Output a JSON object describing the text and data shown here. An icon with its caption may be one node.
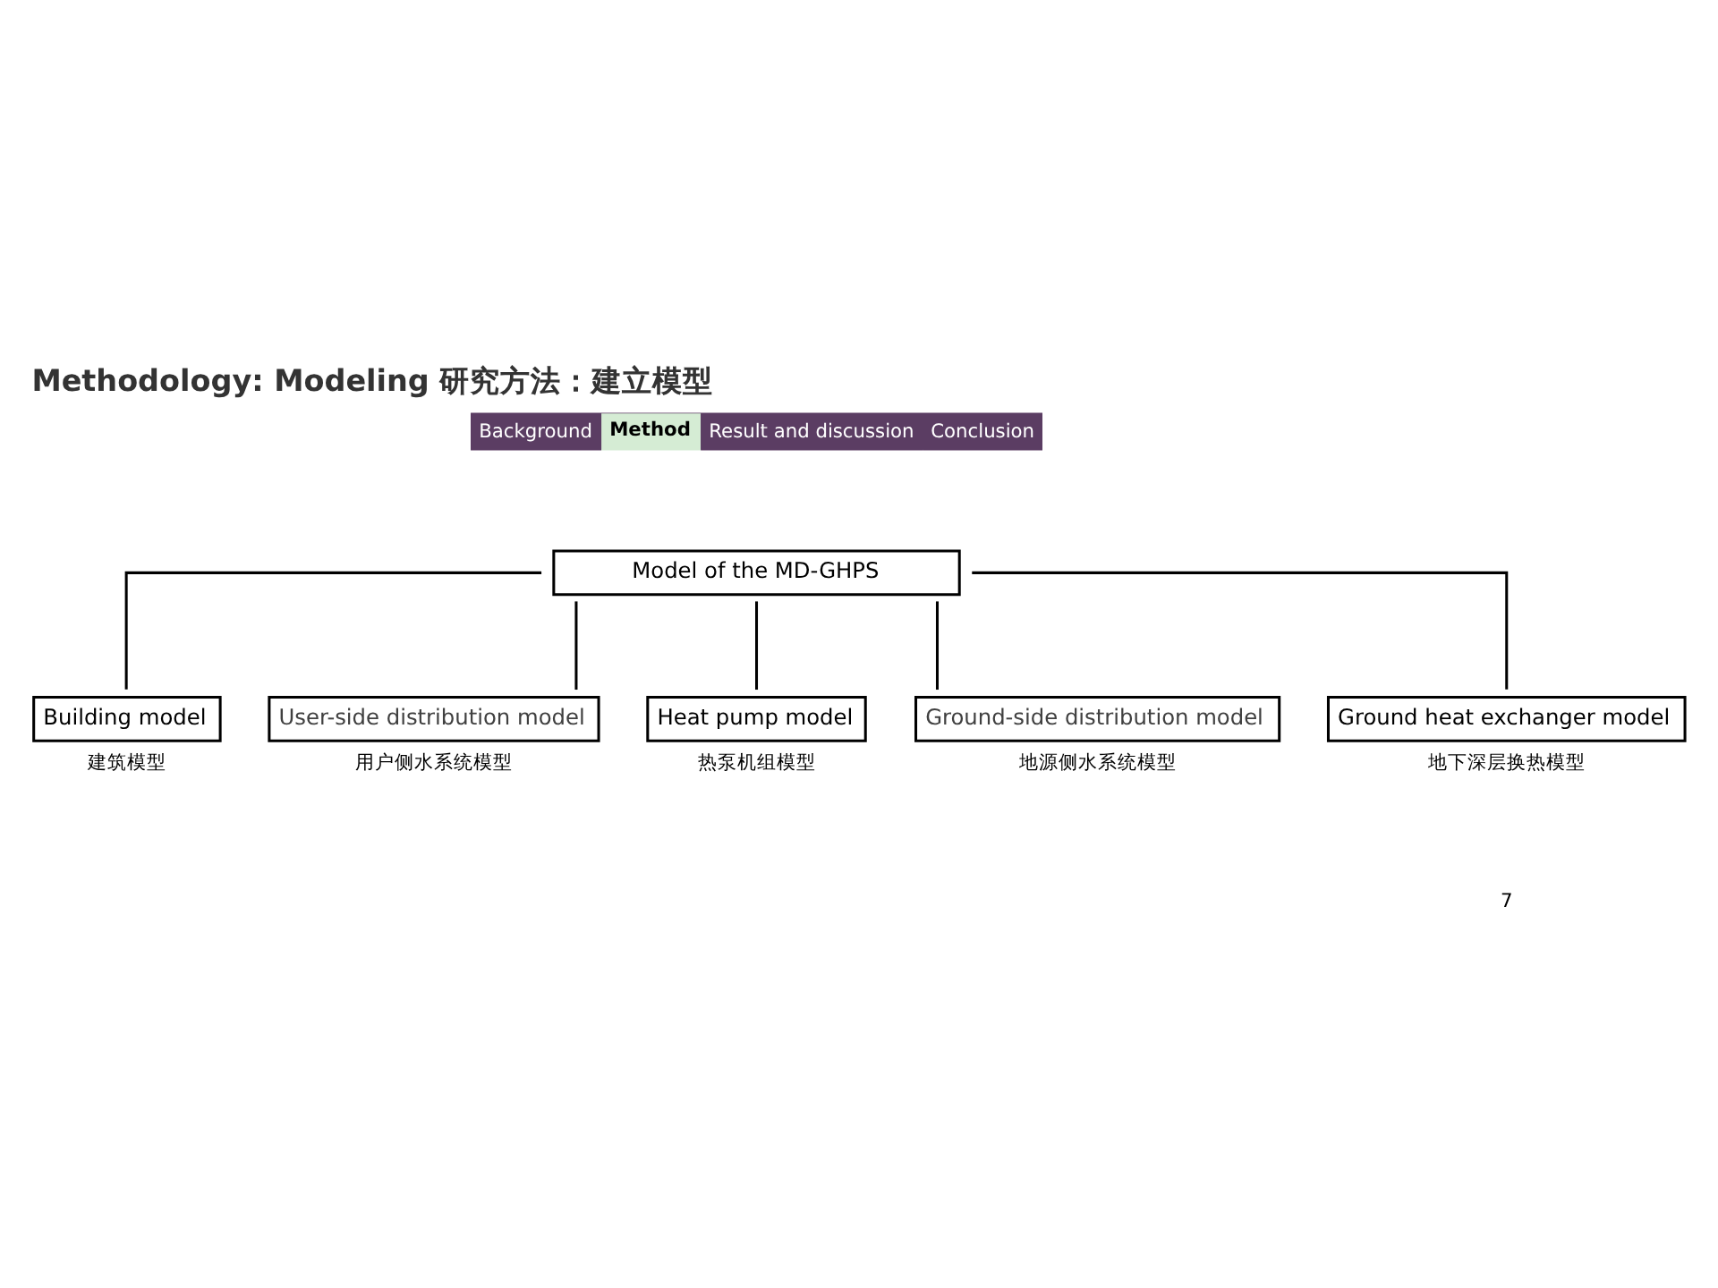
{
  "diagram": {
    "title": "Methodology: Modeling 研究方法：建立模型",
    "nodes": [
      {
        "text": [
          "Model of the MD-GHPS"
        ]
      },
      {
        "text": [
          "Building model"
        ],
        "beside": [
          "建筑模型"
        ]
      },
      {
        "text": [
          "User-side distribution model"
        ],
        "beside": [
          "用户侧水系统模型"
        ]
      },
      {
        "text": [
          "Heat pump model"
        ],
        "beside": [
          "热泵机组模型"
        ]
      },
      {
        "text": [
          "Ground-side distribution model"
        ],
        "beside": [
          "地源侧水系统模型"
        ]
      },
      {
        "text": [
          "Ground heat exchanger model"
        ],
        "beside": [
          "地下深层换热模型"
        ]
      }
    ],
    "edges": [
      {
        "from": 0,
        "to": 1,
        "arrow": "none"
      },
      {
        "from": 0,
        "to": 2,
        "arrow": "none"
      },
      {
        "from": 0,
        "to": 3,
        "arrow": "none"
      },
      {
        "from": 0,
        "to": 4,
        "arrow": "none"
      },
      {
        "from": 0,
        "to": 5,
        "arrow": "none"
      }
    ],
    "labels": [
      "Background",
      "Method",
      "Result and discussion",
      "Conclusion",
      "7"
    ]
  }
}
